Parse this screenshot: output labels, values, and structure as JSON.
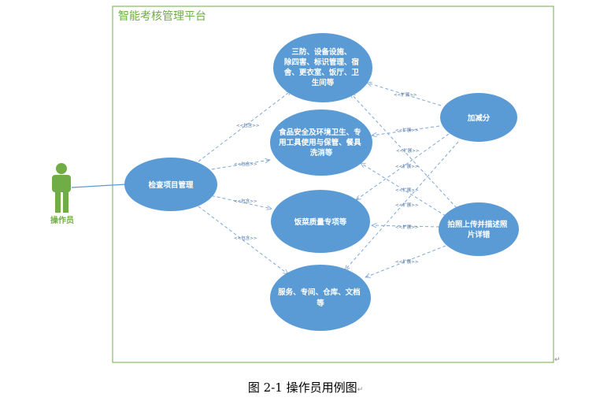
{
  "platform_title": "智能考核管理平台",
  "actor": {
    "label": "操作员"
  },
  "main_use_case": {
    "label": "检查项目管理"
  },
  "use_cases": [
    {
      "id": "uc1",
      "lines": [
        "三防、设备设施、",
        "除四害、标识管理、宿",
        "舍、更衣室、饭厅、卫",
        "生间等"
      ]
    },
    {
      "id": "uc2",
      "lines": [
        "食品安全及环境卫生、专",
        "用工具使用与保管、餐具",
        "洗消等"
      ]
    },
    {
      "id": "uc3",
      "lines": [
        "饭菜质量专项等"
      ]
    },
    {
      "id": "uc4",
      "lines": [
        "服务、专间、仓库、文档",
        "等"
      ]
    }
  ],
  "ext_use_cases": [
    {
      "id": "ext1",
      "lines": [
        "加减分"
      ]
    },
    {
      "id": "ext2",
      "lines": [
        "拍照上传并描述照",
        "片详错"
      ]
    }
  ],
  "include_label": "<<包含>>",
  "extend_label": "<<扩展>>",
  "caption": "图 2-1  操作员用例图",
  "colors": {
    "ellipse_fill": "#5b9bd5",
    "actor": "#70ad47",
    "dashed_line": "#7fa7d9",
    "frame": "#70ad47"
  }
}
